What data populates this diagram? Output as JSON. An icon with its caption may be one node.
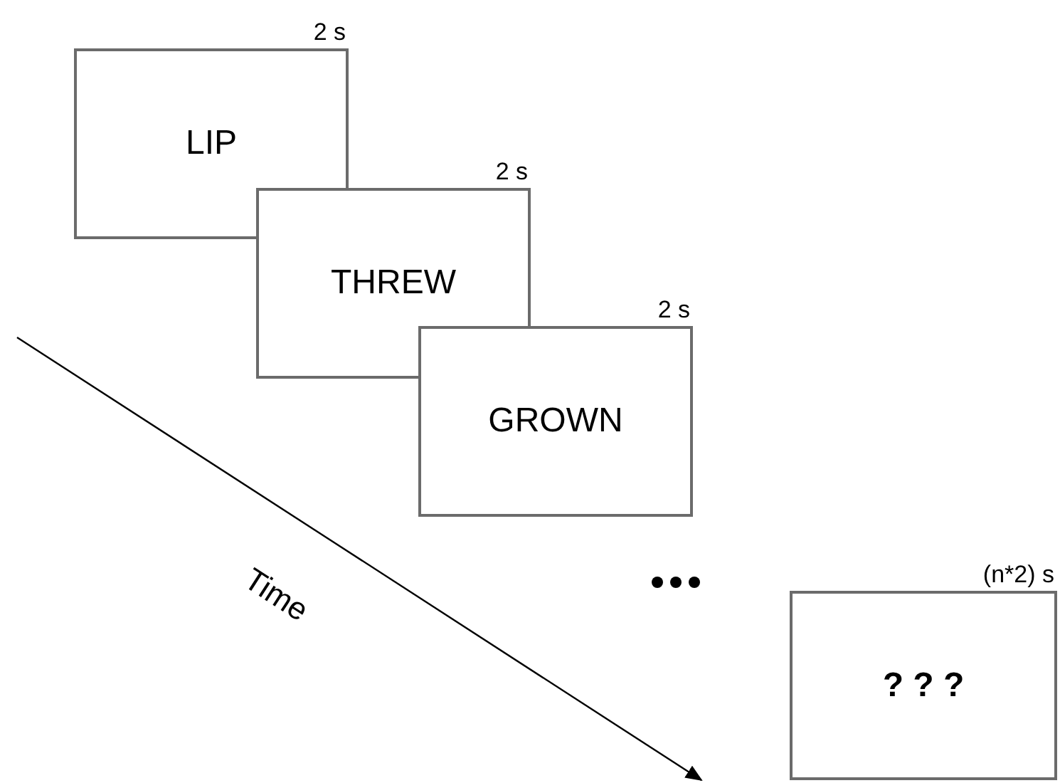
{
  "diagram": {
    "nodes": [
      {
        "text": [
          "LIP"
        ],
        "beside": [
          "2 s"
        ]
      },
      {
        "text": [
          "THREW"
        ],
        "beside": [
          "2 s"
        ]
      },
      {
        "text": [
          "GROWN"
        ],
        "beside": [
          "2 s"
        ]
      },
      {
        "text": [
          "? ? ?"
        ],
        "beside": [
          "(n*2) s"
        ]
      }
    ],
    "labels": [
      "Time"
    ]
  }
}
